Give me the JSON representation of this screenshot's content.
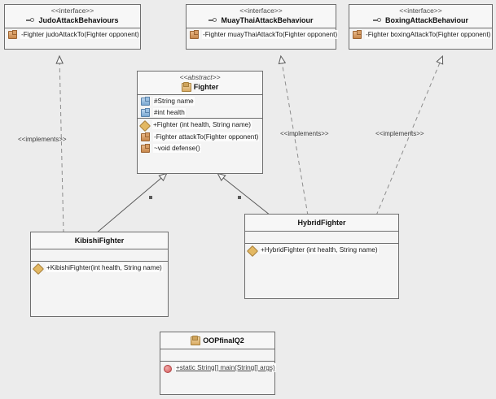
{
  "diagram": {
    "title": "UML Class Diagram",
    "background_color": "#ececec",
    "box_fill": "#f4f4f4",
    "border_color": "#6e6e6e"
  },
  "classes": {
    "judo": {
      "stereotype": "<<interface>>",
      "name": "JudoAttackBehaviours",
      "icon": "interface-icon",
      "attributes": [],
      "methods": [
        {
          "icon": "method-icon",
          "text": "-Fighter judoAttackTo(Fighter opponent)",
          "static": false
        }
      ]
    },
    "muaythai": {
      "stereotype": "<<interface>>",
      "name": "MuayThaiAttackBehaviour",
      "icon": "interface-icon",
      "attributes": [],
      "methods": [
        {
          "icon": "method-icon",
          "text": "-Fighter muayThaiAttackTo(Fighter opponent)",
          "static": false
        }
      ]
    },
    "boxing": {
      "stereotype": "<<interface>>",
      "name": "BoxingAttackBehaviour",
      "icon": "interface-icon",
      "attributes": [],
      "methods": [
        {
          "icon": "method-icon",
          "text": "-Fighter boxingAttackTo(Fighter opponent)",
          "static": false
        }
      ]
    },
    "fighter": {
      "stereotype": "<<abstract>>",
      "name": "Fighter",
      "icon": "class-icon",
      "attributes": [
        {
          "icon": "field-icon",
          "text": "#String name"
        },
        {
          "icon": "field-icon",
          "text": "#int health"
        }
      ],
      "methods": [
        {
          "icon": "constructor-icon",
          "text": "+Fighter (int health, String name)",
          "static": false
        },
        {
          "icon": "method-icon",
          "text": "-Fighter attackTo(Fighter opponent)",
          "static": false
        },
        {
          "icon": "method-icon",
          "text": "~void defense()",
          "static": false
        }
      ]
    },
    "kibishi": {
      "stereotype": "",
      "name": "KibishiFighter",
      "icon": "",
      "attributes": [],
      "methods": [
        {
          "icon": "constructor-icon",
          "text": "+KibishiFighter(int health, String name)",
          "static": false
        }
      ]
    },
    "hybrid": {
      "stereotype": "",
      "name": "HybridFighter",
      "icon": "",
      "attributes": [],
      "methods": [
        {
          "icon": "constructor-icon",
          "text": "+HybridFighter (int health, String name)",
          "static": false
        }
      ]
    },
    "oopfinal": {
      "stereotype": "",
      "name": "OOPfinalQ2",
      "icon": "class-icon",
      "attributes": [],
      "methods": [
        {
          "icon": "main-icon",
          "text": "+static String[] main(String[] args)",
          "static": true
        }
      ]
    }
  },
  "relationships": {
    "implements_label_1": "<<implements>>",
    "implements_label_2": "<<implements>>",
    "implements_label_3": "<<implements>>"
  }
}
